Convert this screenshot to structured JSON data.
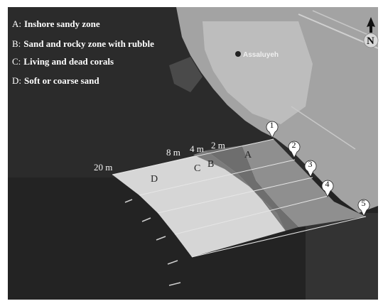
{
  "legend": [
    {
      "letter": "A:",
      "text": "Inshore sandy zone"
    },
    {
      "letter": "B:",
      "text": "Sand and rocky zone with rubble"
    },
    {
      "letter": "C:",
      "text": "Living and dead corals"
    },
    {
      "letter": "D:",
      "text": "Soft or coarse sand"
    }
  ],
  "town_label": "Assaluyeh",
  "north_label": "N",
  "depth_labels": {
    "d20": "20 m",
    "d8": "8 m",
    "d4": "4 m",
    "d2": "2 m"
  },
  "zone_labels": {
    "a": "A",
    "b": "B",
    "c": "C",
    "d": "D"
  },
  "transects": [
    "1",
    "2",
    "3",
    "4",
    "5"
  ],
  "colors": {
    "sea": "#2b2b2b",
    "land": "#a9a9a9",
    "zone_d": "#d6d6d6",
    "zone_c": "#8a8a8a",
    "zone_b": "#6e6e6e",
    "zone_a": "#8f8f8f"
  }
}
